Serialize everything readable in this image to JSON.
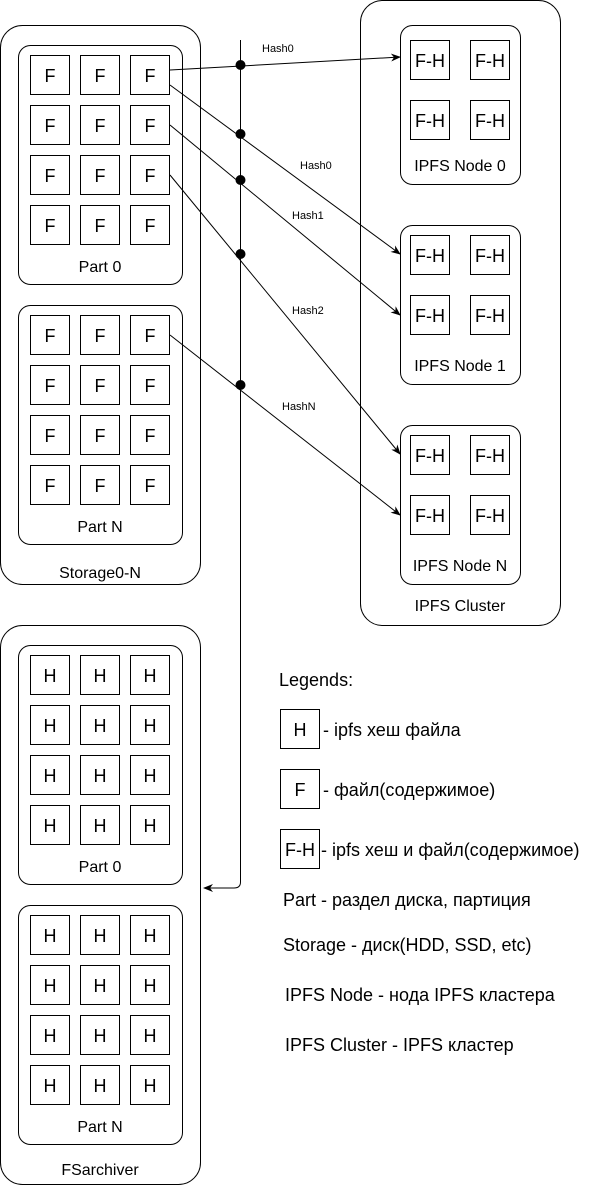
{
  "storage": {
    "title": "Storage0-N",
    "file_label": "F",
    "part_labels": [
      "Part 0",
      "Part N"
    ]
  },
  "cluster": {
    "title": "IPFS Cluster",
    "cell_label": "F-H",
    "nodes": [
      "IPFS Node 0",
      "IPFS Node 1",
      "IPFS Node N"
    ]
  },
  "archiver": {
    "title": "FSarchiver",
    "hash_label": "H",
    "part_labels": [
      "Part 0",
      "Part N"
    ]
  },
  "connections": [
    "Hash0",
    "Hash0",
    "Hash1",
    "Hash2",
    "HashN"
  ],
  "legend": {
    "title": "Legends:",
    "symbols": [
      {
        "symbol": "H",
        "text": "- ipfs хеш файла"
      },
      {
        "symbol": "F",
        "text": "- файл(содержимое)"
      },
      {
        "symbol": "F-H",
        "text": "- ipfs хеш и файл(содержимое)"
      }
    ],
    "terms": [
      "Part - раздел диска, партиция",
      "Storage - диск(HDD, SSD, etc)",
      "IPFS Node - нода IPFS кластера",
      "IPFS Cluster -  IPFS кластер"
    ]
  }
}
